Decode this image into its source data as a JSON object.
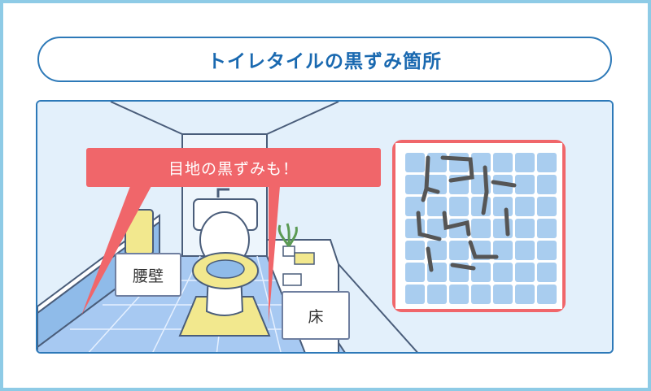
{
  "title": "トイレタイルの黒ずみ箇所",
  "callout": "目地の黒ずみも！",
  "labels": {
    "wall": "腰壁",
    "floor": "床"
  },
  "colors": {
    "frame": "#8ecbe6",
    "border": "#2d79b8",
    "title_text": "#1a69b0",
    "accent": "#f0666a",
    "scene_bg": "#e3f0fb",
    "tile": "#a9cdef",
    "grime": "#555555",
    "seat": "#f2e88e"
  }
}
